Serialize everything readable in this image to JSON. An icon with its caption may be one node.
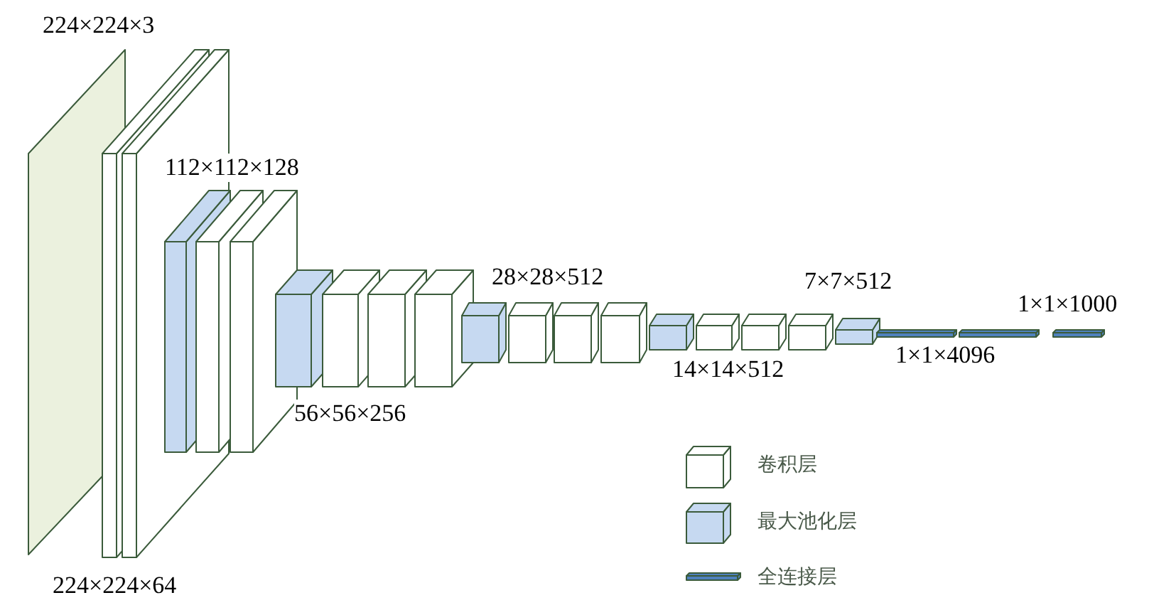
{
  "diagram": {
    "labels": [
      "224×224×3",
      "112×112×128",
      "28×28×512",
      "7×7×512",
      "1×1×1000",
      "14×14×512",
      "1×1×4096",
      "56×56×256",
      "224×224×64"
    ],
    "legend": [
      {
        "text": "卷积层"
      },
      {
        "text": "最大池化层",
        "color": "#c6d9f1"
      },
      {
        "text": "全连接层",
        "color": "#4f81bd"
      }
    ]
  }
}
